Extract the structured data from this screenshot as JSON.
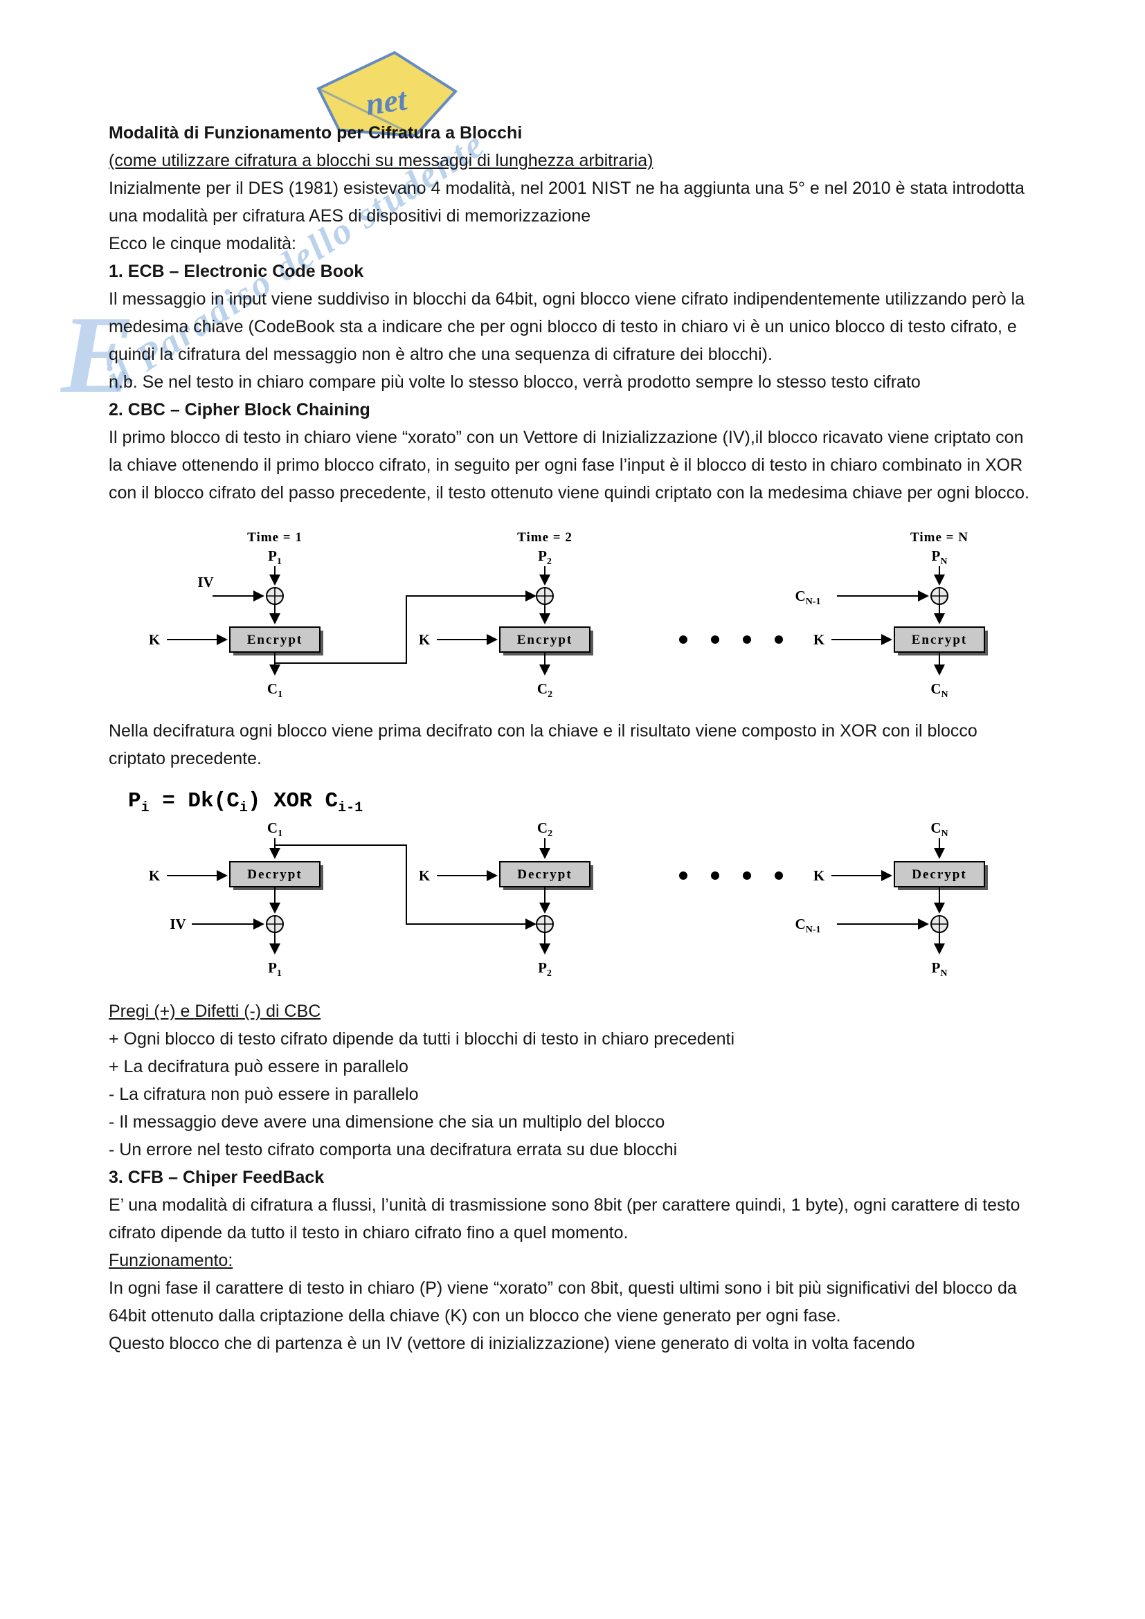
{
  "watermark": {
    "logo_text": "net",
    "slogan": "il Paradiso dello studente",
    "big_letter": "E"
  },
  "doc": {
    "title": "Modalità di Funzionamento per Cifratura a Blocchi",
    "subtitle": "(come utilizzare cifratura a blocchi su messaggi di lunghezza arbitraria)",
    "intro": "Inizialmente per il DES (1981) esistevano 4 modalità, nel 2001 NIST ne ha aggiunta una 5° e nel 2010 è stata introdotta una modalità per cifratura AES di dispositivi di memorizzazione",
    "intro2": "Ecco le cinque modalità:",
    "ecb_heading": "1. ECB – Electronic Code Book",
    "ecb_body": "Il messaggio in input viene suddiviso in blocchi da 64bit, ogni blocco viene cifrato indipendentemente utilizzando però la medesima chiave (CodeBook sta a indicare che per ogni blocco di testo in chiaro vi è un unico blocco di testo cifrato, e quindi la cifratura del messaggio non è altro che una sequenza di cifrature dei blocchi).",
    "ecb_note": "n.b. Se nel testo in chiaro compare più volte lo stesso blocco, verrà prodotto sempre lo stesso testo cifrato",
    "cbc_heading": "2. CBC – Cipher Block Chaining",
    "cbc_body": "Il primo blocco di testo in chiaro viene “xorato” con un Vettore di Inizializzazione (IV),il blocco ricavato viene criptato con la chiave ottenendo il primo blocco cifrato, in seguito per ogni fase l’input è il blocco di testo in chiaro combinato in XOR con il blocco cifrato del passo precedente, il testo ottenuto viene quindi criptato con la medesima chiave per ogni blocco.",
    "cbc_decrypt_text": "Nella decifratura ogni blocco viene prima decifrato con la chiave e il risultato viene composto in XOR con il blocco criptato precedente.",
    "pregi_heading": "Pregi (+) e Difetti (-) di CBC",
    "pregi_items": [
      "+ Ogni blocco di testo cifrato dipende da tutti i blocchi di testo in chiaro precedenti",
      "+ La decifratura può essere in parallelo",
      "- La cifratura non può essere in parallelo",
      "- Il messaggio deve avere una dimensione che sia un multiplo del blocco",
      "- Un errore nel testo cifrato comporta una decifratura errata su due blocchi"
    ],
    "cfb_heading": "3. CFB – Chiper FeedBack",
    "cfb_body": "E’ una modalità di cifratura a flussi, l’unità di trasmissione sono 8bit (per carattere quindi, 1 byte), ogni carattere di testo cifrato dipende da tutto il testo in chiaro cifrato fino a quel momento.",
    "funzionamento_heading": "Funzionamento:",
    "funzionamento_body": "In ogni fase il carattere di testo in chiaro (P) viene “xorato” con 8bit, questi ultimi sono i bit più significativi del blocco da 64bit ottenuto dalla criptazione della chiave (K) con un blocco che viene generato per ogni fase.",
    "last_line": "Questo blocco che di partenza è un IV (vettore di inizializzazione) viene generato di volta in volta facendo"
  },
  "enc": {
    "stage1": {
      "time": "Time = 1",
      "input": "P",
      "input_sub": "1",
      "iv": "IV",
      "key": "K",
      "box": "Encrypt",
      "out": "C",
      "out_sub": "1"
    },
    "stage2": {
      "time": "Time = 2",
      "input": "P",
      "input_sub": "2",
      "key": "K",
      "box": "Encrypt",
      "out": "C",
      "out_sub": "2"
    },
    "stageN": {
      "time": "Time = N",
      "input": "P",
      "input_sub": "N",
      "prev": "C",
      "prev_sub": "N-1",
      "key": "K",
      "box": "Encrypt",
      "out": "C",
      "out_sub": "N"
    }
  },
  "dec": {
    "formula": {
      "t1": "P",
      "s1": "i",
      "t2": " = Dk(C",
      "s2": "i",
      "t3": ") XOR C",
      "s3": "i-1"
    },
    "stage1": {
      "in": "C",
      "in_sub": "1",
      "key": "K",
      "box": "Decrypt",
      "iv": "IV",
      "out": "P",
      "out_sub": "1"
    },
    "stage2": {
      "in": "C",
      "in_sub": "2",
      "key": "K",
      "box": "Decrypt",
      "out": "P",
      "out_sub": "2"
    },
    "stageN": {
      "in": "C",
      "in_sub": "N",
      "key": "K",
      "box": "Decrypt",
      "prev": "C",
      "prev_sub": "N-1",
      "out": "P",
      "out_sub": "N"
    }
  }
}
